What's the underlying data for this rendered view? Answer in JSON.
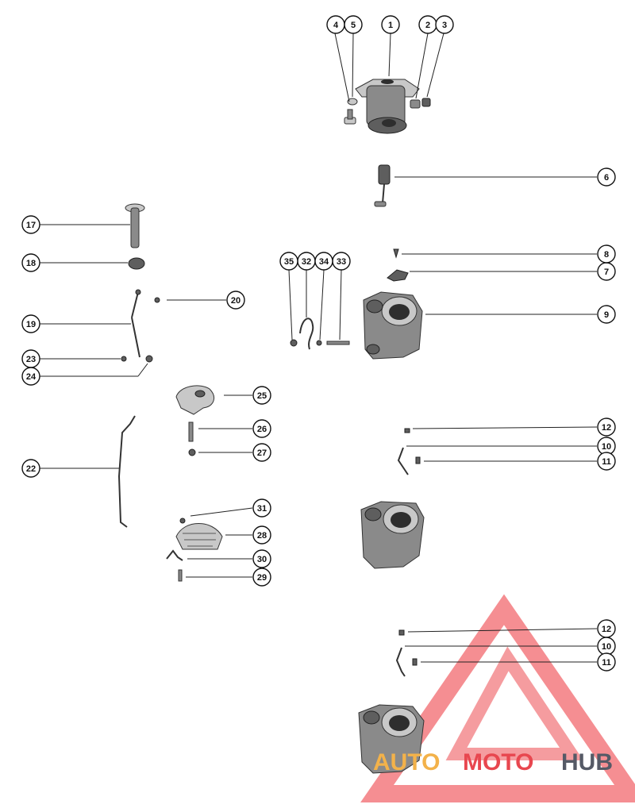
{
  "callouts": [
    "1",
    "2",
    "3",
    "4",
    "5",
    "6",
    "7",
    "8",
    "9",
    "10",
    "11",
    "12",
    "17",
    "18",
    "19",
    "20",
    "22",
    "23",
    "24",
    "25",
    "26",
    "27",
    "28",
    "29",
    "30",
    "31",
    "32",
    "33",
    "34",
    "35"
  ],
  "lower_callouts": [
    "12",
    "10",
    "11"
  ],
  "watermark": {
    "word1": "AUTO",
    "word2": "MOTO",
    "word3": "HUB",
    "color1": "#f3b24a",
    "color2": "#e8474f",
    "color3": "#555a66"
  }
}
